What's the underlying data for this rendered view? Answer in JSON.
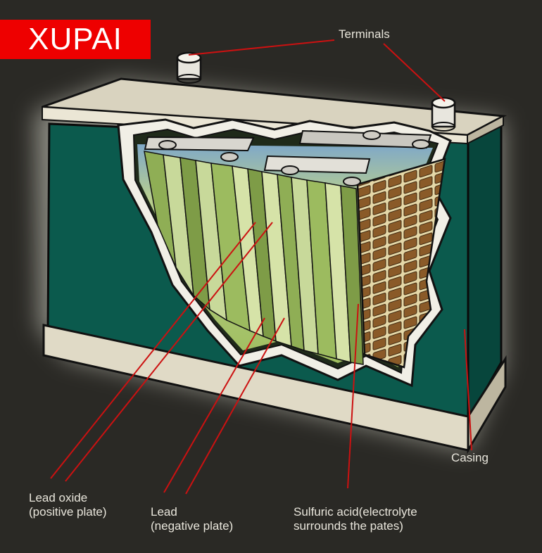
{
  "brand": {
    "text": "XUPAI",
    "bg_color": "#ee0000",
    "text_color": "#ffffff"
  },
  "colors": {
    "background": "#2a2925",
    "casing": "#0c5d50",
    "casing_dark": "#07473d",
    "rim": "#dcd6c2",
    "electrolyte": "#a8c66a",
    "plate_grid": "#8a5a28",
    "leader_line": "#cc1111",
    "label_text": "#e9e6dc"
  },
  "labels": {
    "terminals": "Terminals",
    "casing": "Casing",
    "lead_oxide_line1": "Lead oxide",
    "lead_oxide_line2": "(positive plate)",
    "lead_line1": "Lead",
    "lead_line2": "(negative plate)",
    "acid_line1": "Sulfuric acid(electrolyte",
    "acid_line2": "surrounds the pates)"
  }
}
